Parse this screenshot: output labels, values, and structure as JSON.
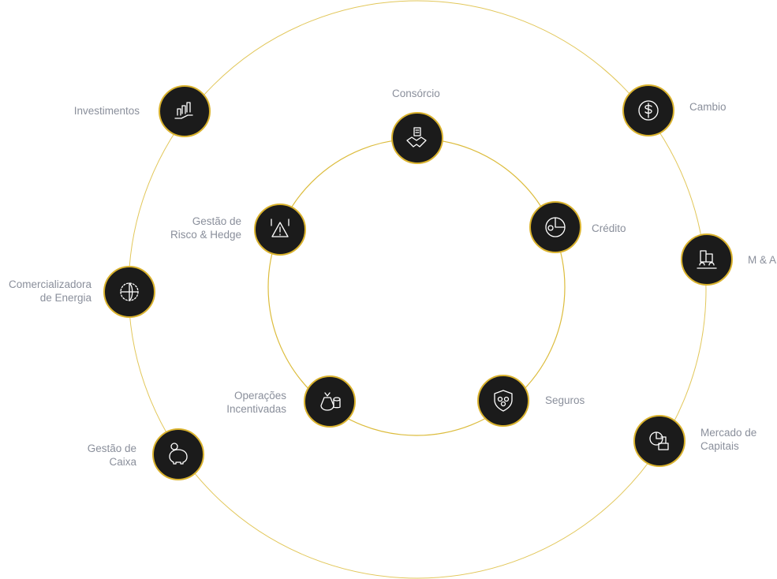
{
  "colors": {
    "ring": "#e2c75a",
    "node_fill": "#1b1b1b",
    "node_border": "#d9b22e",
    "label": "#8a8f9b"
  },
  "services": [
    {
      "id": "investimentos",
      "label": "Investimentos",
      "icon": "growth-chart-hand-icon"
    },
    {
      "id": "consorcio",
      "label": "Consórcio",
      "icon": "handshake-building-icon"
    },
    {
      "id": "cambio",
      "label": "Cambio",
      "icon": "dollar-exchange-icon"
    },
    {
      "id": "risco",
      "label": "Gestão de\nRisco & Hedge",
      "icon": "risk-warning-icon"
    },
    {
      "id": "credito",
      "label": "Crédito",
      "icon": "credit-pie-icon"
    },
    {
      "id": "ma",
      "label": "M & A",
      "icon": "buildings-people-icon"
    },
    {
      "id": "energia",
      "label": "Comercializadora\nde Energia",
      "icon": "globe-energy-icon"
    },
    {
      "id": "operacoes",
      "label": "Operações\nIncentivadas",
      "icon": "money-bag-coins-icon"
    },
    {
      "id": "seguros",
      "label": "Seguros",
      "icon": "shield-people-icon"
    },
    {
      "id": "caixa",
      "label": "Gestão de\nCaixa",
      "icon": "piggy-bank-icon"
    },
    {
      "id": "capitais",
      "label": "Mercado de\nCapitais",
      "icon": "debt-chart-icon"
    }
  ]
}
